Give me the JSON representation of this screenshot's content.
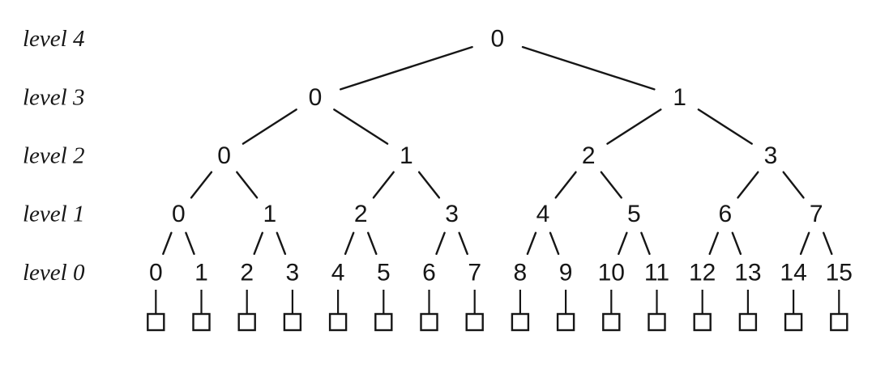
{
  "figure": {
    "title": "complete binary tree with levels",
    "background_color": "#ffffff",
    "ink_color": "#161616",
    "levels": [
      {
        "label": "level 4",
        "nodes": [
          "0"
        ]
      },
      {
        "label": "level 3",
        "nodes": [
          "0",
          "1"
        ]
      },
      {
        "label": "level 2",
        "nodes": [
          "0",
          "1",
          "2",
          "3"
        ]
      },
      {
        "label": "level 1",
        "nodes": [
          "0",
          "1",
          "2",
          "3",
          "4",
          "5",
          "6",
          "7"
        ]
      },
      {
        "label": "level 0",
        "nodes": [
          "0",
          "1",
          "2",
          "3",
          "4",
          "5",
          "6",
          "7",
          "8",
          "9",
          "10",
          "11",
          "12",
          "13",
          "14",
          "15"
        ]
      }
    ],
    "leaf_boxes": {
      "count": 16,
      "shape": "open-square"
    }
  }
}
